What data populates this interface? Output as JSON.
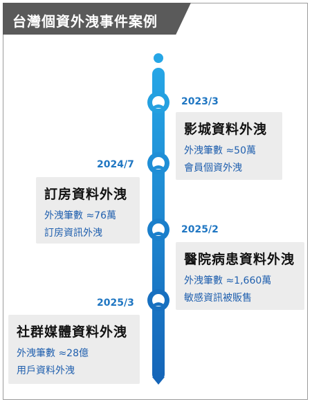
{
  "title": "台灣個資外洩事件案例",
  "events": [
    {
      "date": "2023/3",
      "name": "影城資料外洩",
      "count_line": "外洩筆數 ≈50萬",
      "detail": "會員個資外洩"
    },
    {
      "date": "2024/7",
      "name": "訂房資料外洩",
      "count_line": "外洩筆數 ≈76萬",
      "detail": "訂房資訊外洩"
    },
    {
      "date": "2025/2",
      "name": "醫院病患資料外洩",
      "count_line": "外洩筆數 ≈1,660萬",
      "detail": "敏感資訊被販售"
    },
    {
      "date": "2025/3",
      "name": "社群媒體資料外洩",
      "count_line": "外洩筆數 ≈28億",
      "detail": "用戶資料外洩"
    }
  ],
  "colors": {
    "timeline_top": "#26a6e6",
    "timeline_bottom": "#1565b8",
    "date": "#1f76c2",
    "card_bg": "#ececec",
    "title_bg": "#5a5a5a"
  }
}
